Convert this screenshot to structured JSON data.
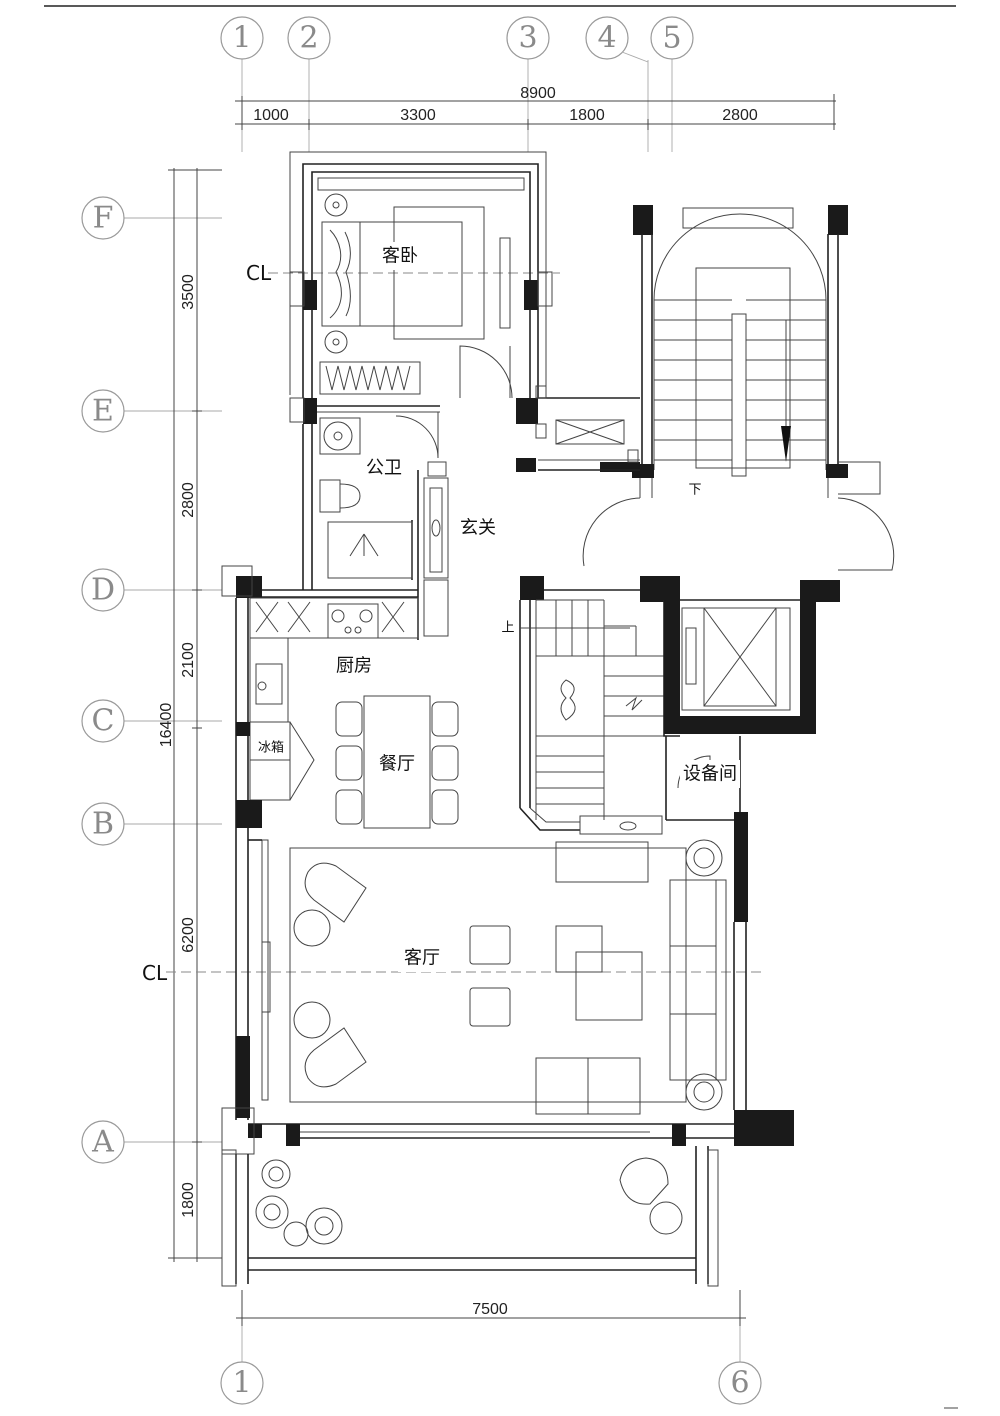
{
  "axes_top": [
    "1",
    "2",
    "3",
    "4",
    "5"
  ],
  "axes_left": [
    "F",
    "E",
    "D",
    "C",
    "B",
    "A"
  ],
  "axes_bottom": [
    "1",
    "6"
  ],
  "dimensions": {
    "top_total": "8900",
    "top_segments": [
      "1000",
      "3300",
      "1800",
      "2800"
    ],
    "left_total": "16400",
    "left_segments": [
      "3500",
      "2800",
      "2100",
      "6200",
      "1800"
    ],
    "bottom_total": "7500"
  },
  "rooms": {
    "guest_bedroom": "客卧",
    "public_bath": "公卫",
    "foyer": "玄关",
    "kitchen": "厨房",
    "dining": "餐厅",
    "living": "客厅",
    "equipment": "设备间",
    "fridge": "冰箱"
  },
  "stair_labels": {
    "down": "下",
    "up": "上"
  },
  "centerline_symbol": "CL"
}
